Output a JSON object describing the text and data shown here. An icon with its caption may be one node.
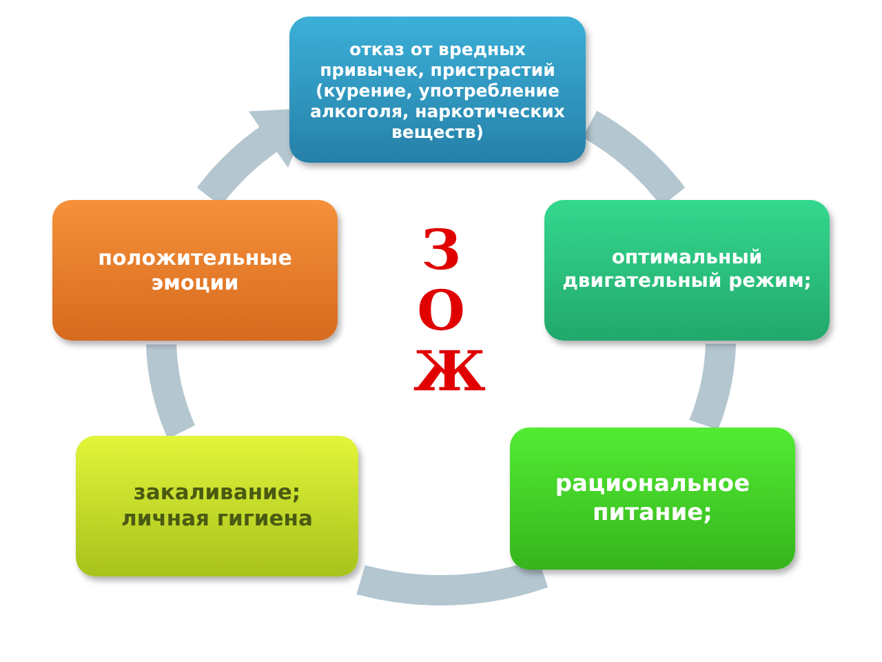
{
  "diagram": {
    "nodes": [
      {
        "text": [
          "отказ от вредных привычек, пристрастий (курение, употребление алкоголя, наркотических веществ)"
        ]
      },
      {
        "text": [
          "положительные эмоции"
        ]
      },
      {
        "text": [
          "оптимальный двигательный режим;"
        ]
      },
      {
        "text": [
          "закаливание; личная гигиена"
        ]
      },
      {
        "text": [
          "рациональное питание;"
        ]
      }
    ],
    "edges": [
      {
        "from": 0,
        "to": 2,
        "arrow": "none"
      },
      {
        "from": 2,
        "to": 4,
        "arrow": "none"
      },
      {
        "from": 4,
        "to": 3,
        "arrow": "none"
      },
      {
        "from": 3,
        "to": 1,
        "arrow": "none"
      },
      {
        "from": 1,
        "to": 0,
        "arrow": "to"
      }
    ],
    "labels": [
      "ЗОЖ"
    ]
  }
}
